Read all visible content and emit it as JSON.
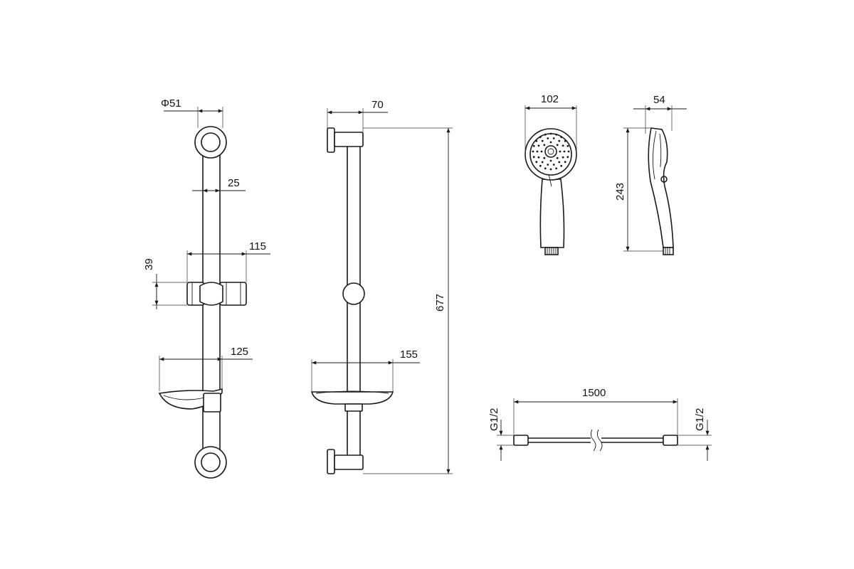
{
  "dimensions": {
    "ring_diameter": "Φ51",
    "rail_diameter": "25",
    "holder_width": "115",
    "holder_height": "39",
    "soap_dish_width_front": "125",
    "bracket_depth": "70",
    "rail_length": "677",
    "soap_dish_width_side": "155",
    "head_diameter": "102",
    "handshower_depth": "54",
    "handshower_length": "243",
    "hose_length": "1500",
    "hose_thread_left": "G1/2",
    "hose_thread_right": "G1/2"
  },
  "colors": {
    "line": "#1a1a1a",
    "background": "#ffffff"
  }
}
